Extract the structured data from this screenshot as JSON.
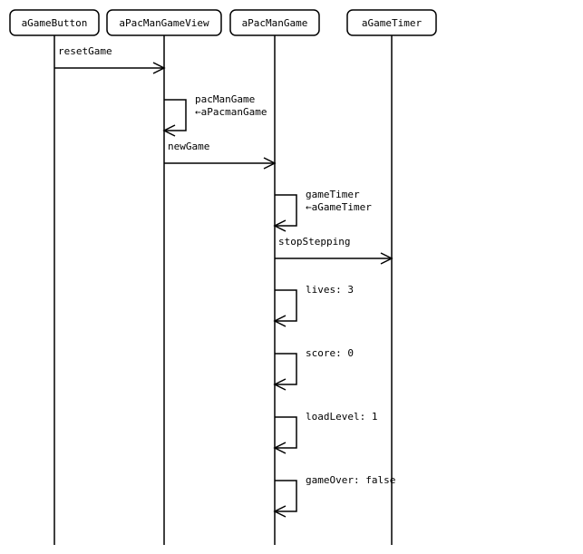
{
  "diagram": {
    "objects": [
      {
        "id": "btn",
        "label": "aGameButton"
      },
      {
        "id": "view",
        "label": "aPacManGameView"
      },
      {
        "id": "game",
        "label": "aPacManGame"
      },
      {
        "id": "timer",
        "label": "aGameTimer"
      }
    ],
    "messages": [
      {
        "from": "btn",
        "to": "view",
        "label": [
          "resetGame"
        ]
      },
      {
        "from": "view",
        "to": "view",
        "self": true,
        "label": [
          "pacManGame",
          "←aPacmanGame"
        ]
      },
      {
        "from": "view",
        "to": "game",
        "label": [
          "newGame"
        ]
      },
      {
        "from": "game",
        "to": "game",
        "self": true,
        "label": [
          "gameTimer",
          "←aGameTimer"
        ]
      },
      {
        "from": "game",
        "to": "timer",
        "label": [
          "stopStepping"
        ]
      },
      {
        "from": "game",
        "to": "game",
        "self": true,
        "label": [
          "lives: 3"
        ]
      },
      {
        "from": "game",
        "to": "game",
        "self": true,
        "label": [
          "score: 0"
        ]
      },
      {
        "from": "game",
        "to": "game",
        "self": true,
        "label": [
          "loadLevel: 1"
        ]
      },
      {
        "from": "game",
        "to": "game",
        "self": true,
        "label": [
          "gameOver: false"
        ]
      }
    ]
  }
}
